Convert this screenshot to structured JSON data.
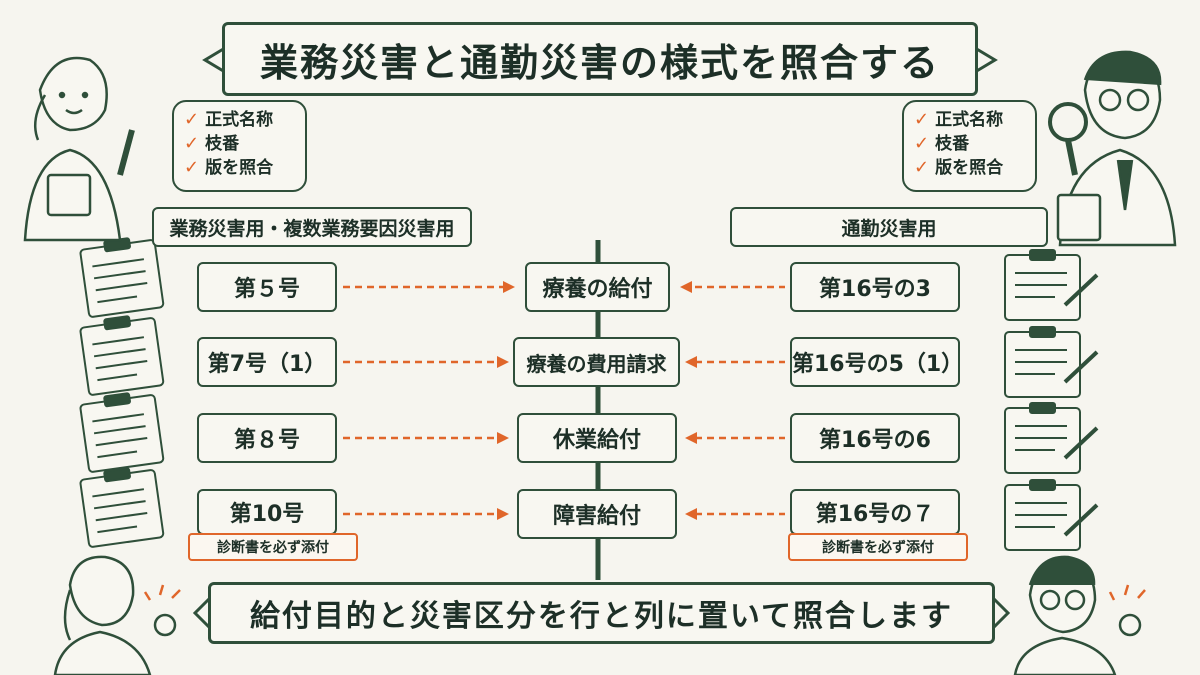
{
  "title": "業務災害と通勤災害の様式を照合する",
  "footer": "給付目的と災害区分を行と列に置いて照合します",
  "left_header": "業務災害用・複数業務要因災害用",
  "right_header": "通勤災害用",
  "checklist_left": [
    "正式名称",
    "枝番",
    "版を照合"
  ],
  "checklist_right": [
    "正式名称",
    "枝番",
    "版を照合"
  ],
  "rows": [
    {
      "left": "第５号",
      "center": "療養の給付",
      "right": "第16号の3"
    },
    {
      "left": "第7号（1）",
      "center": "療養の費用請求",
      "right": "第16号の5（1）"
    },
    {
      "left": "第８号",
      "center": "休業給付",
      "right": "第16号の6"
    },
    {
      "left": "第10号",
      "center": "障害給付",
      "right": "第16号の７"
    }
  ],
  "note_left": "診断書を必ず添付",
  "note_right": "診断書を必ず添付",
  "colors": {
    "accent": "#e0662a",
    "ink": "#2f4f3a",
    "background": "#f6f5ef"
  },
  "icons": [
    "checkmark-icon",
    "clipboard-icon",
    "magnifier-icon",
    "person-icon"
  ]
}
